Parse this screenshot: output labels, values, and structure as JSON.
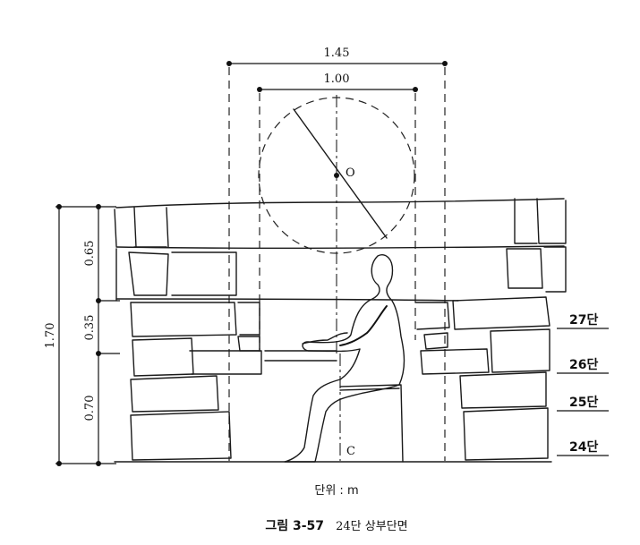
{
  "dimensions": {
    "overall_width": "1.45",
    "inner_width": "1.00",
    "total_height": "1.70",
    "upper_height": "0.65",
    "middle_height": "0.35",
    "lower_height": "0.70"
  },
  "points": {
    "center": "O",
    "base": "C"
  },
  "courses": [
    {
      "label": "27단"
    },
    {
      "label": "26단"
    },
    {
      "label": "25단"
    },
    {
      "label": "24단"
    }
  ],
  "unit_label": "단위 : m",
  "caption": {
    "number": "그림 3-57",
    "title": "24단 상부단면"
  }
}
